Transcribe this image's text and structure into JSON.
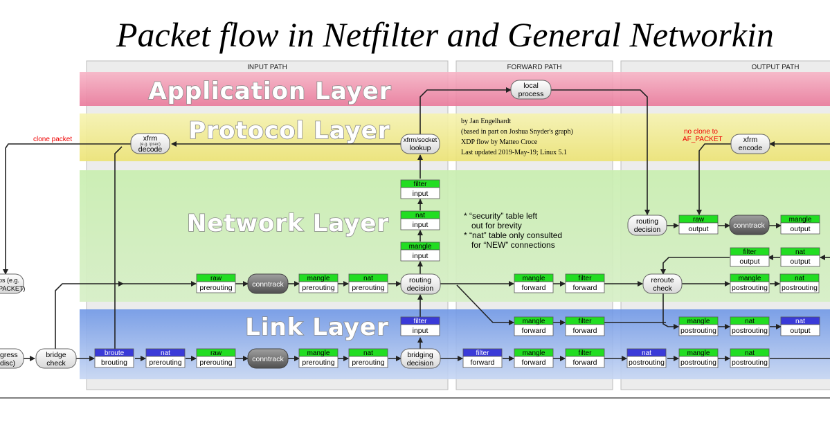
{
  "title": "Packet flow in Netfilter and General Networkin",
  "paths": {
    "input": "INPUT PATH",
    "forward": "FORWARD PATH",
    "output": "OUTPUT PATH"
  },
  "layers": {
    "application": "Application Layer",
    "protocol": "Protocol Layer",
    "network": "Network Layer",
    "link": "Link Layer"
  },
  "credits": [
    "by Jan Engelhardt",
    "(based in part on Joshua Snyder's graph)",
    "XDP flow by Matteo Croce",
    "Last updated 2019-May-19; Linux 5.1"
  ],
  "notes": [
    "* “security” table left",
    "out for brevity",
    "* “nat” table only consulted",
    "for “NEW” connections"
  ],
  "annotations": {
    "clone_packet": "clone packet",
    "no_clone_1": "no clone to",
    "no_clone_2": "AF_PACKET",
    "xfrm_small": "(e.g. ipsec)"
  },
  "rounded_nodes": {
    "local_process": [
      "local",
      "process"
    ],
    "xfrm_decode": [
      "xfrm",
      "decode"
    ],
    "xfrm_socket_lookup": [
      "xfrm/socket",
      "lookup"
    ],
    "xfrm_encode": [
      "xfrm",
      "encode"
    ],
    "routing_decision_in": [
      "routing",
      "decision"
    ],
    "routing_decision_out": [
      "routing",
      "decision"
    ],
    "reroute_check": [
      "reroute",
      "check"
    ],
    "bridge_check": [
      "bridge",
      "check"
    ],
    "bridging_decision": [
      "bridging",
      "decision"
    ],
    "left_top": [
      "ps (e.g.",
      "PACKET)"
    ],
    "left_bottom": [
      "gress",
      "disc)"
    ]
  },
  "conntrack_label": "conntrack",
  "chains": {
    "filter_input_net": [
      "filter",
      "input"
    ],
    "nat_input_net": [
      "nat",
      "input"
    ],
    "mangle_input_net": [
      "mangle",
      "input"
    ],
    "raw_prerouting_net": [
      "raw",
      "prerouting"
    ],
    "mangle_prerouting_net": [
      "mangle",
      "prerouting"
    ],
    "nat_prerouting_net": [
      "nat",
      "prerouting"
    ],
    "mangle_forward_net": [
      "mangle",
      "forward"
    ],
    "filter_forward_net": [
      "filter",
      "forward"
    ],
    "mangle_forward_link1": [
      "mangle",
      "forward"
    ],
    "filter_forward_link1": [
      "filter",
      "forward"
    ],
    "raw_output_net": [
      "raw",
      "output"
    ],
    "mangle_output_net": [
      "mangle",
      "output"
    ],
    "filter_output_net": [
      "filter",
      "output"
    ],
    "nat_output_net": [
      "nat",
      "output"
    ],
    "mangle_postrouting_net": [
      "mangle",
      "postrouting"
    ],
    "nat_postrouting_net": [
      "nat",
      "postrouting"
    ],
    "mangle_postrouting_link1": [
      "mangle",
      "postrouting"
    ],
    "nat_postrouting_link1": [
      "nat",
      "postrouting"
    ],
    "nat_output_link1": [
      "nat",
      "output"
    ],
    "filter_input_link": [
      "filter",
      "input"
    ],
    "broute_brouting": [
      "broute",
      "brouting"
    ],
    "nat_prerouting_link": [
      "nat",
      "prerouting"
    ],
    "raw_prerouting_link": [
      "raw",
      "prerouting"
    ],
    "mangle_prerouting_link": [
      "mangle",
      "prerouting"
    ],
    "nat_prerouting_link2": [
      "nat",
      "prerouting"
    ],
    "filter_forward_link2": [
      "filter",
      "forward"
    ],
    "mangle_forward_link2": [
      "mangle",
      "forward"
    ],
    "filter_forward_link3": [
      "filter",
      "forward"
    ],
    "nat_postrouting_link2": [
      "nat",
      "postrouting"
    ],
    "mangle_postrouting_link2": [
      "mangle",
      "postrouting"
    ],
    "nat_postrouting_link3": [
      "nat",
      "postrouting"
    ]
  },
  "colors": {
    "ebtables_head": "#3a3ad8",
    "iptables_head": "#22dd22",
    "application_band": "#f28aa8",
    "protocol_band": "#f2ee8a",
    "network_band": "#bfe8a0",
    "link_band": "#7aa0e8",
    "conntrack": "#6a6a6a"
  }
}
